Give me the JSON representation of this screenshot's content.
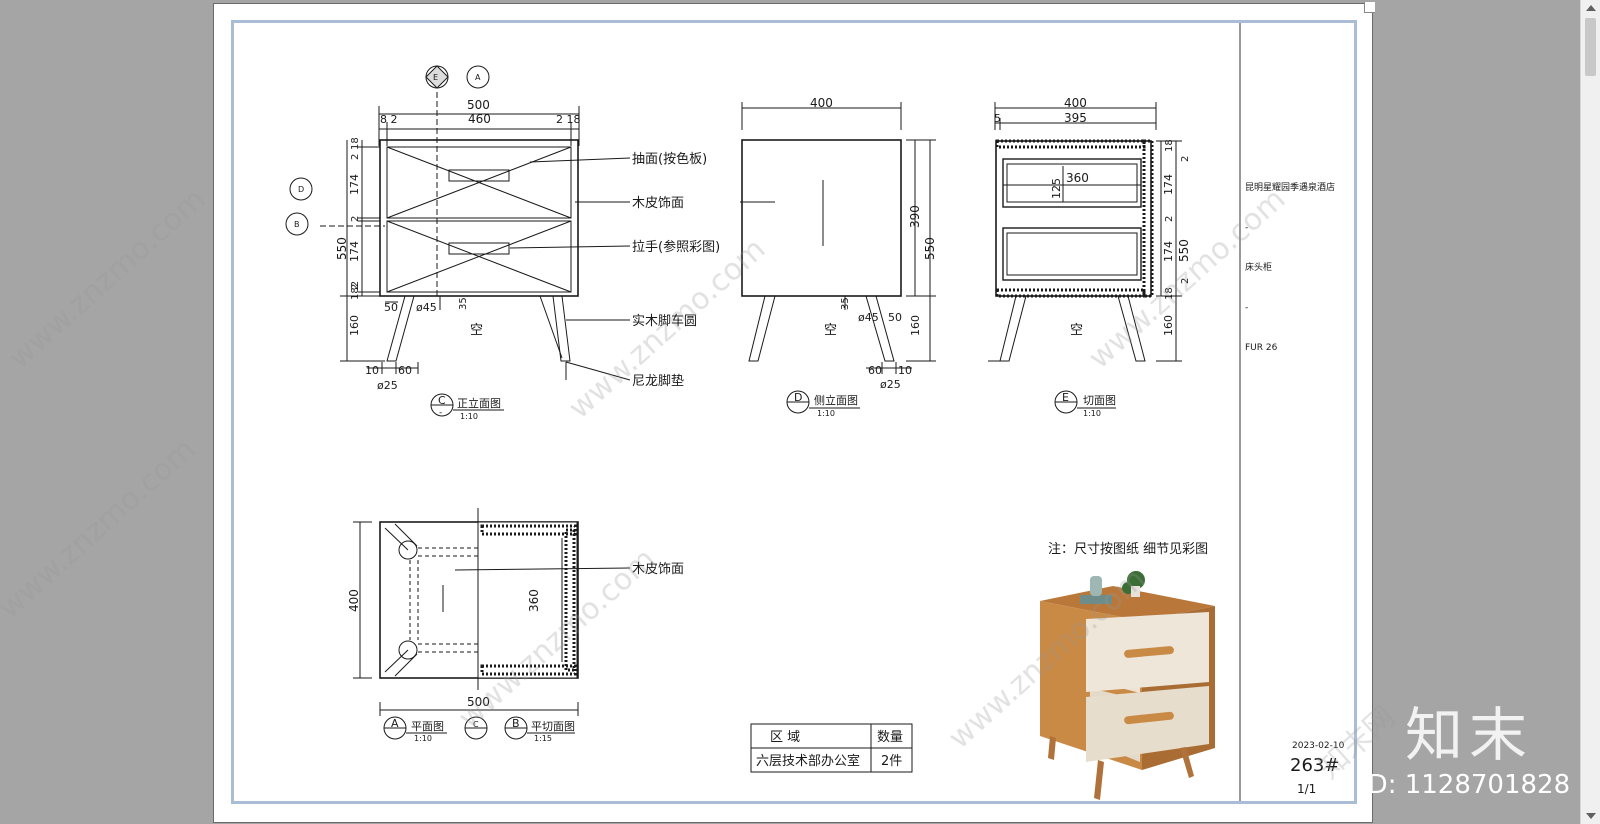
{
  "front_view": {
    "dim_top_total": "500",
    "dim_left_margin": "8 2",
    "dim_inner": "460",
    "dim_right_margin": "2 18",
    "dim_height_total": "550",
    "dim_rows": [
      "18",
      "2",
      "174",
      "2",
      "174",
      "2",
      "182"
    ],
    "dim_leg": "160",
    "dim_leg_bottom_a": "10",
    "dim_leg_bottom_b": "60",
    "dim_leg_dia_bottom": "ø25",
    "dim_leg_offset": "50",
    "dim_leg_dia_top": "ø45",
    "dim_rail": "35",
    "space_label": "空",
    "callout_panel": "抽面(按色板)",
    "callout_veneer": "木皮饰面",
    "callout_handle": "拉手(参照彩图)",
    "callout_leg": "实木脚车圆",
    "callout_pad": "尼龙脚垫",
    "marker_top_left": "E",
    "marker_top_right": "A",
    "marker_side_upper": "D",
    "marker_side_lower": "B",
    "marker_dash": "-",
    "title_letter": "C",
    "title": "正立面图",
    "scale": "1:10"
  },
  "side_view": {
    "dim_top": "400",
    "dim_height_upper": "390",
    "dim_height_total": "550",
    "dim_leg": "160",
    "dim_rail": "35",
    "dim_leg_dia_top": "ø45",
    "dim_leg_offset": "50",
    "dim_bottom_a": "60",
    "dim_bottom_b": "10",
    "dim_leg_dia_bottom": "ø25",
    "space_label": "空",
    "title_letter": "D",
    "title": "侧立面图",
    "scale": "1:10"
  },
  "section_view": {
    "dim_top_total": "400",
    "dim_top_a": "5",
    "dim_top_b": "395",
    "dim_inner_w": "360",
    "dim_inner_h": "125",
    "dim_rows": [
      "18",
      "2",
      "174",
      "2",
      "174",
      "2",
      "18"
    ],
    "dim_height_total": "550",
    "dim_leg": "160",
    "space_label": "空",
    "title_letter": "E",
    "title": "切面图",
    "scale": "1:10"
  },
  "plan_view": {
    "dim_depth": "400",
    "dim_inner": "360",
    "dim_width": "500",
    "callout_veneer": "木皮饰面",
    "title_a_letter": "A",
    "title_a": "平面图",
    "scale_a": "1:10",
    "title_c_letter": "C",
    "title_b_letter": "B",
    "title_b": "平切面图",
    "scale_b": "1:15"
  },
  "note": "注：尺寸按图纸  细节见彩图",
  "area_table": {
    "headers": [
      "区    域",
      "数量"
    ],
    "row": [
      "六层技术部办公室",
      "2件"
    ]
  },
  "title_block": {
    "project": "昆明星耀园季遇泉酒店",
    "dash1": "-",
    "item": "床头柜",
    "dash2": "-",
    "code": "FUR 26",
    "date": "2023-02-10",
    "drawing_no": "263#",
    "page": "1/1"
  },
  "watermark": {
    "brand_text": "www.znzmo.com",
    "brand_cn": "知末网",
    "logo": "知末",
    "id": "ID: 1128701828"
  },
  "colors": {
    "page_bg": "#a5a5a5",
    "frame_blue": "#a9bed6",
    "line": "#1a1a1a",
    "wood": "#c98a46",
    "drawer_face": "#ebe3d6"
  }
}
